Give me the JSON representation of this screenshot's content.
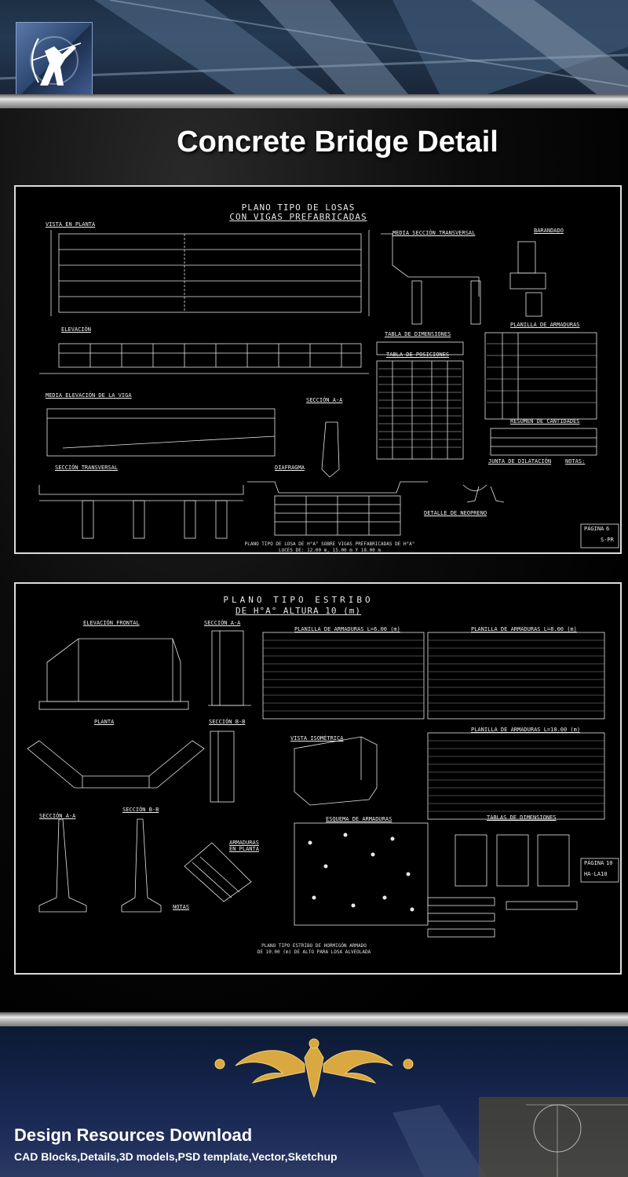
{
  "banner": {
    "title": "Concrete Bridge Detail",
    "footer_title": "Design Resources Download",
    "footer_subtitle": "CAD Blocks,Details,3D models,PSD template,Vector,Sketchup"
  },
  "sheet1": {
    "title_line1": "PLANO TIPO DE LOSAS",
    "title_line2": "CON VIGAS PREFABRICADAS",
    "labels": {
      "vista_planta": "VISTA EN PLANTA",
      "media_seccion": "MEDIA SECCIÓN TRANSVERSAL",
      "barandado": "BARANDADO",
      "elevacion": "ELEVACIÓN",
      "tabla_dimensiones": "TABLA DE DIMENSIONES",
      "tabla_posiciones": "TABLA DE POSICIONES",
      "planilla_armaduras": "PLANILLA DE ARMADURAS",
      "media_elevacion": "MEDIA ELEVACIÓN DE LA VIGA",
      "seccion_aa": "SECCIÓN A-A",
      "resumen_cantidades": "RESUMEN DE CANTIDADES",
      "seccion_transversal": "SECCIÓN TRANSVERSAL",
      "diafragma": "DIAFRAGMA",
      "junta_dilatacion": "JUNTA DE DILATACIÓN",
      "notas": "NOTAS:",
      "detalle_neopreno": "DETALLE DE NEOPRENO",
      "pagina": "PÁGINA",
      "pagina_num": "6",
      "pagina_code": "S-PR"
    },
    "caption_line1": "PLANO TIPO DE LOSA DE H°A° SOBRE VIGAS PREFABRICADAS DE H°A°",
    "caption_line2": "LUCES DE: 12.00 m, 15.00 m Y 18.00 m"
  },
  "sheet2": {
    "title_line1": "PLANO TIPO ESTRIBO",
    "title_line2": "DE H°A° ALTURA 10 (m)",
    "labels": {
      "elevacion_frontal": "ELEVACIÓN FRONTAL",
      "seccion_aa_top": "SECCIÓN A-A",
      "planilla_l6": "PLANILLA DE ARMADURAS L=6.00 (m)",
      "planilla_l8": "PLANILLA DE ARMADURAS L=8.00 (m)",
      "planta": "PLANTA",
      "seccion_bb_top": "SECCIÓN B-B",
      "vista_isometrica": "VISTA ISOMÉTRICA",
      "planilla_l10": "PLANILLA DE ARMADURAS L=10.00 (m)",
      "seccion_aa_low": "SECCIÓN A-A",
      "seccion_bb_low": "SECCIÓN B-B",
      "armaduras_planta": "ARMADURAS EN PLANTA",
      "esquema_armaduras": "ESQUEMA DE ARMADURAS",
      "tablas_dimensiones": "TABLAS DE DIMENSIONES",
      "notas": "NOTAS",
      "pagina": "PÁGINA",
      "pagina_num": "10",
      "pagina_code": "HA-LA10"
    },
    "caption_line1": "PLANO TIPO ESTRIBO DE HORMIGÓN ARMADO",
    "caption_line2": "DE 10.00 (m) DE ALTO PARA LOSA ALVEOLADA"
  }
}
